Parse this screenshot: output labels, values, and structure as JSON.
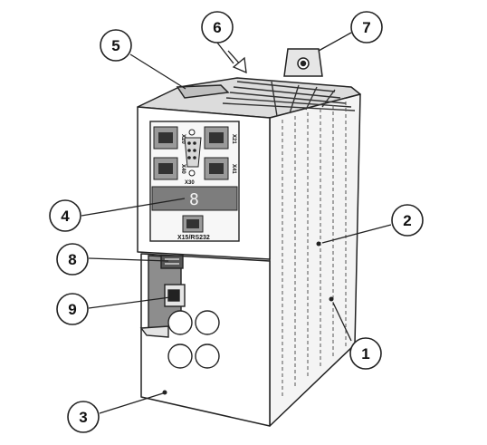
{
  "figure": {
    "callouts": [
      {
        "id": "1",
        "label": "1"
      },
      {
        "id": "2",
        "label": "2"
      },
      {
        "id": "3",
        "label": "3"
      },
      {
        "id": "4",
        "label": "4"
      },
      {
        "id": "5",
        "label": "5"
      },
      {
        "id": "6",
        "label": "6"
      },
      {
        "id": "7",
        "label": "7"
      },
      {
        "id": "8",
        "label": "8"
      },
      {
        "id": "9",
        "label": "9"
      }
    ],
    "port_labels": {
      "x20": "X20",
      "x21": "X21",
      "x40": "X40",
      "x41": "X41",
      "x30": "X30",
      "x15": "X15/RS232",
      "display": "8"
    }
  }
}
